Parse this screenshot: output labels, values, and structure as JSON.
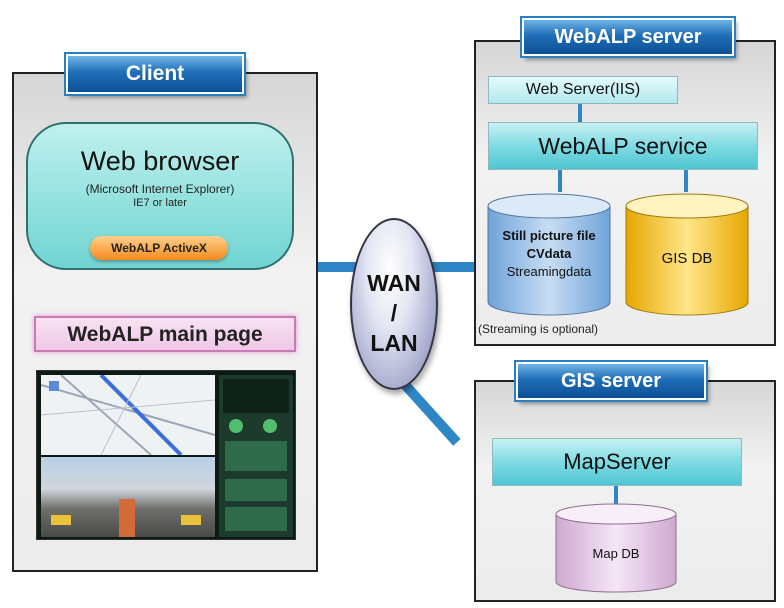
{
  "client": {
    "title": "Client",
    "browser_title": "Web browser",
    "browser_sub": "(Microsoft Internet Explorer)",
    "browser_ver": "IE7 or later",
    "activex": "WebALP ActiveX",
    "main_page": "WebALP main page"
  },
  "network": {
    "line1": "WAN",
    "line2": "/",
    "line3": "LAN"
  },
  "webalp_server": {
    "title": "WebALP server",
    "web_server": "Web Server(IIS)",
    "service": "WebALP service",
    "still_file_1": "Still picture file",
    "still_file_2": "CVdata",
    "still_file_3": "Streamingdata",
    "gis_db": "GIS DB",
    "note": "(Streaming is optional)"
  },
  "gis_server": {
    "title": "GIS server",
    "mapserver": "MapServer",
    "map_db": "Map DB"
  },
  "colors": {
    "accent": "#1f6fb8",
    "cyan": "#4fc6d2",
    "db_blue": "#7fb0e0",
    "db_yellow": "#f2c400",
    "db_pink": "#e6c6e6"
  }
}
